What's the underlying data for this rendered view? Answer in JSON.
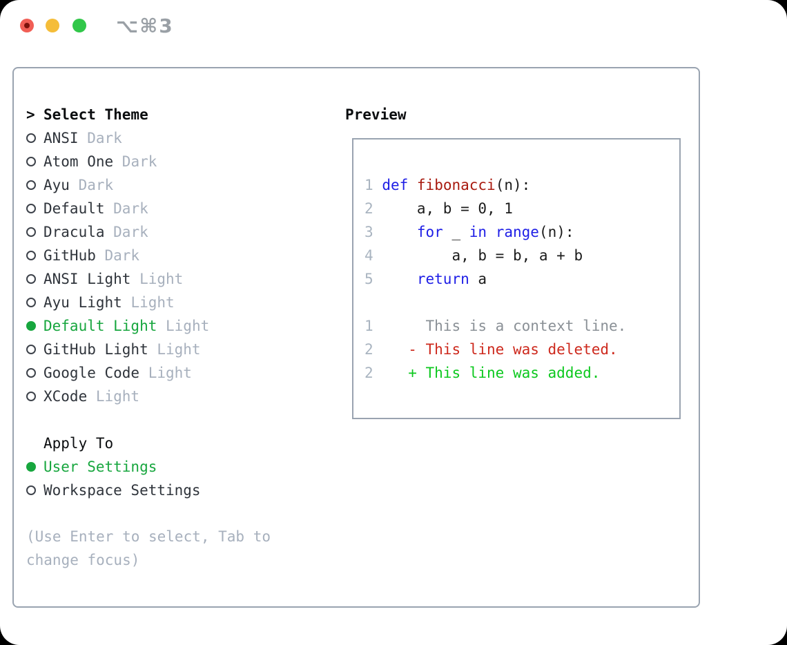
{
  "titlebar": {
    "shortcut": "⌥⌘3"
  },
  "theme_select": {
    "prefix": ">",
    "title": "Select Theme",
    "items": [
      {
        "name": "ANSI",
        "variant": "Dark",
        "selected": false
      },
      {
        "name": "Atom One",
        "variant": "Dark",
        "selected": false
      },
      {
        "name": "Ayu",
        "variant": "Dark",
        "selected": false
      },
      {
        "name": "Default",
        "variant": "Dark",
        "selected": false
      },
      {
        "name": "Dracula",
        "variant": "Dark",
        "selected": false
      },
      {
        "name": "GitHub",
        "variant": "Dark",
        "selected": false
      },
      {
        "name": "ANSI Light",
        "variant": "Light",
        "selected": false
      },
      {
        "name": "Ayu Light",
        "variant": "Light",
        "selected": false
      },
      {
        "name": "Default Light",
        "variant": "Light",
        "selected": true
      },
      {
        "name": "GitHub Light",
        "variant": "Light",
        "selected": false
      },
      {
        "name": "Google Code",
        "variant": "Light",
        "selected": false
      },
      {
        "name": "XCode",
        "variant": "Light",
        "selected": false
      }
    ]
  },
  "apply_to": {
    "title": "Apply To",
    "options": [
      {
        "label": "User Settings",
        "selected": true
      },
      {
        "label": "Workspace Settings",
        "selected": false
      }
    ]
  },
  "hint": "(Use Enter to select, Tab to change focus)",
  "preview": {
    "title": "Preview",
    "lines": [
      [
        [
          "num",
          "1"
        ],
        [
          "pl",
          " "
        ],
        [
          "kw",
          "def"
        ],
        [
          "pl",
          " "
        ],
        [
          "fn",
          "fibonacci"
        ],
        [
          "pl",
          "(n):"
        ]
      ],
      [
        [
          "num",
          "2"
        ],
        [
          "pl",
          "     a, b = 0, 1"
        ]
      ],
      [
        [
          "num",
          "3"
        ],
        [
          "pl",
          "     "
        ],
        [
          "kw",
          "for"
        ],
        [
          "pl",
          " _ "
        ],
        [
          "kw",
          "in"
        ],
        [
          "pl",
          " "
        ],
        [
          "kw",
          "range"
        ],
        [
          "pl",
          "(n):"
        ]
      ],
      [
        [
          "num",
          "4"
        ],
        [
          "pl",
          "         a, b = b, a + b"
        ]
      ],
      [
        [
          "num",
          "5"
        ],
        [
          "pl",
          "     "
        ],
        [
          "kw",
          "return"
        ],
        [
          "pl",
          " a"
        ]
      ],
      [],
      [
        [
          "num",
          "1"
        ],
        [
          "ctx",
          "      This is a context line."
        ]
      ],
      [
        [
          "num",
          "2"
        ],
        [
          "del",
          "    - This line was deleted."
        ]
      ],
      [
        [
          "num",
          "2"
        ],
        [
          "add",
          "    + This line was added."
        ]
      ]
    ]
  },
  "colors": {
    "selected_green": "#17a63e",
    "keyword_blue": "#1e1ee6",
    "function_red": "#a81a0f",
    "added_green": "#0cc81e",
    "deleted_red": "#cd291d",
    "muted_gray": "#a7b0bd",
    "border_gray": "#99a3b0",
    "traffic_red": "#f15e55",
    "traffic_yellow": "#f5bd39",
    "traffic_green": "#31c749"
  }
}
